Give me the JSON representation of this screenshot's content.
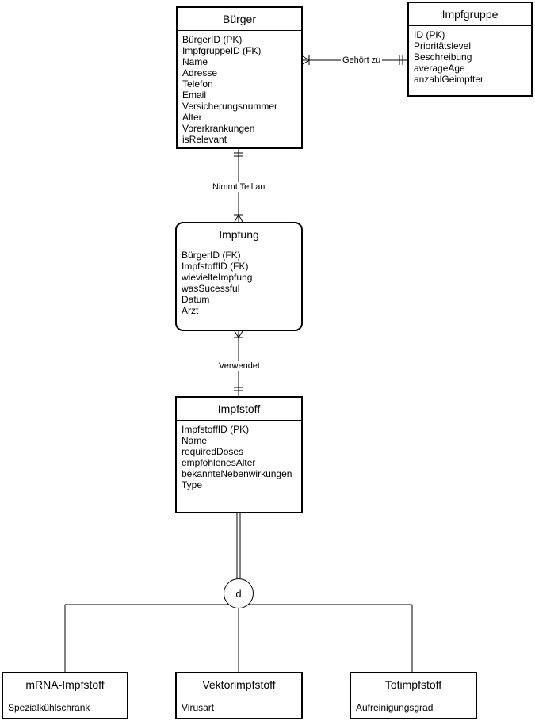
{
  "entities": {
    "buerger": {
      "title": "Bürger",
      "attributes": [
        "BürgerID (PK)",
        "ImpfgruppeID (FK)",
        "Name",
        "Adresse",
        "Telefon",
        "Email",
        "Versicherungsnummer",
        "Alter",
        "Vorerkrankungen",
        "isRelevant"
      ]
    },
    "impfgruppe": {
      "title": "Impfgruppe",
      "attributes": [
        "ID (PK)",
        "Prioritätslevel",
        "Beschreibung",
        "averageAge",
        "anzahlGeimpfter"
      ]
    },
    "impfung": {
      "title": "Impfung",
      "attributes": [
        "BürgerID (FK)",
        "ImpfstoffID (FK)",
        "wievielteImpfung",
        "wasSucessful",
        "Datum",
        "Arzt"
      ]
    },
    "impfstoff": {
      "title": "Impfstoff",
      "attributes": [
        "ImpfstoffID (PK)",
        "Name",
        "requiredDoses",
        "empfohlenesAlter",
        "bekannteNebenwirkungen",
        "Type"
      ]
    },
    "mrna": {
      "title": "mRNA-Impfstoff",
      "attributes": [
        "Spezialkühlschrank"
      ]
    },
    "vektor": {
      "title": "Vektorimpfstoff",
      "attributes": [
        "Virusart"
      ]
    },
    "tot": {
      "title": "Totimpfstoff",
      "attributes": [
        "Aufreinigungsgrad"
      ]
    }
  },
  "relationships": {
    "gehoert_zu": "Gehört zu",
    "nimmt_teil_an": "Nimmt Teil an",
    "verwendet": "Verwendet"
  },
  "specialization": {
    "symbol": "d"
  }
}
